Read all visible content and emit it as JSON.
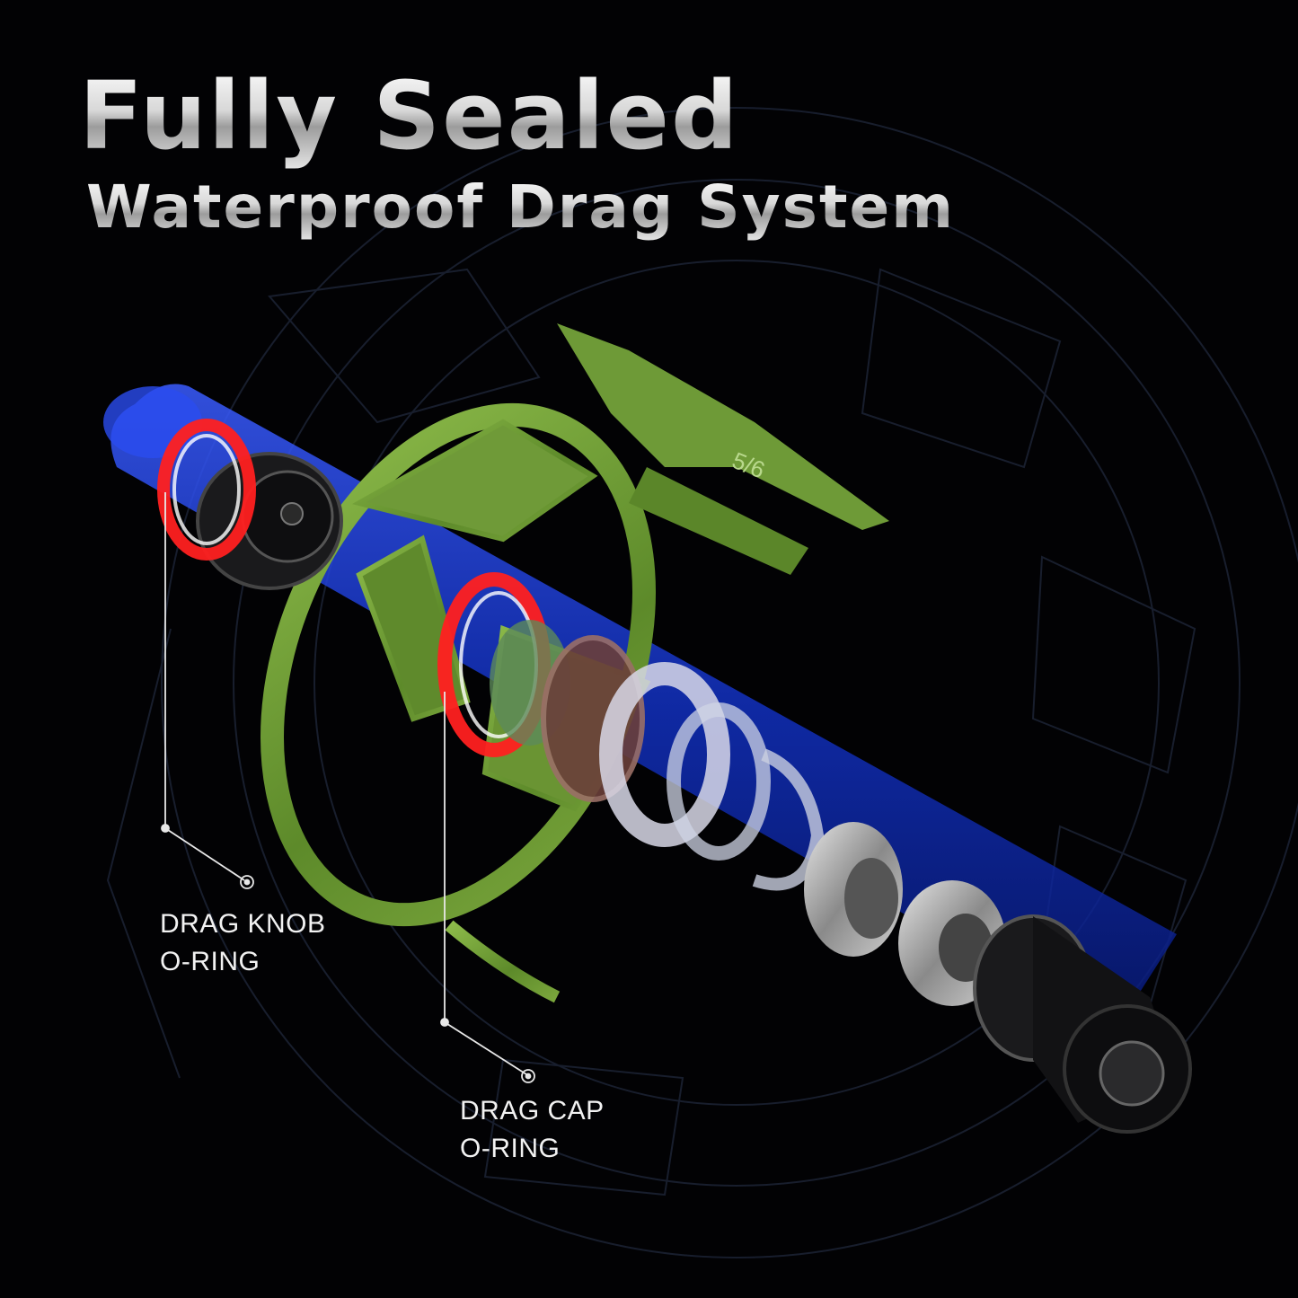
{
  "headline": {
    "line1": "Fully Sealed",
    "line2": "Waterproof Drag System"
  },
  "reel": {
    "size_marking": "5/6",
    "frame_color": "#6f9a38",
    "tube_color": "#1f3fd6",
    "seal_color": "#ff2020"
  },
  "callouts": [
    {
      "line1": "DRAG KNOB",
      "line2": "O-RING"
    },
    {
      "line1": "DRAG CAP",
      "line2": "O-RING"
    }
  ]
}
